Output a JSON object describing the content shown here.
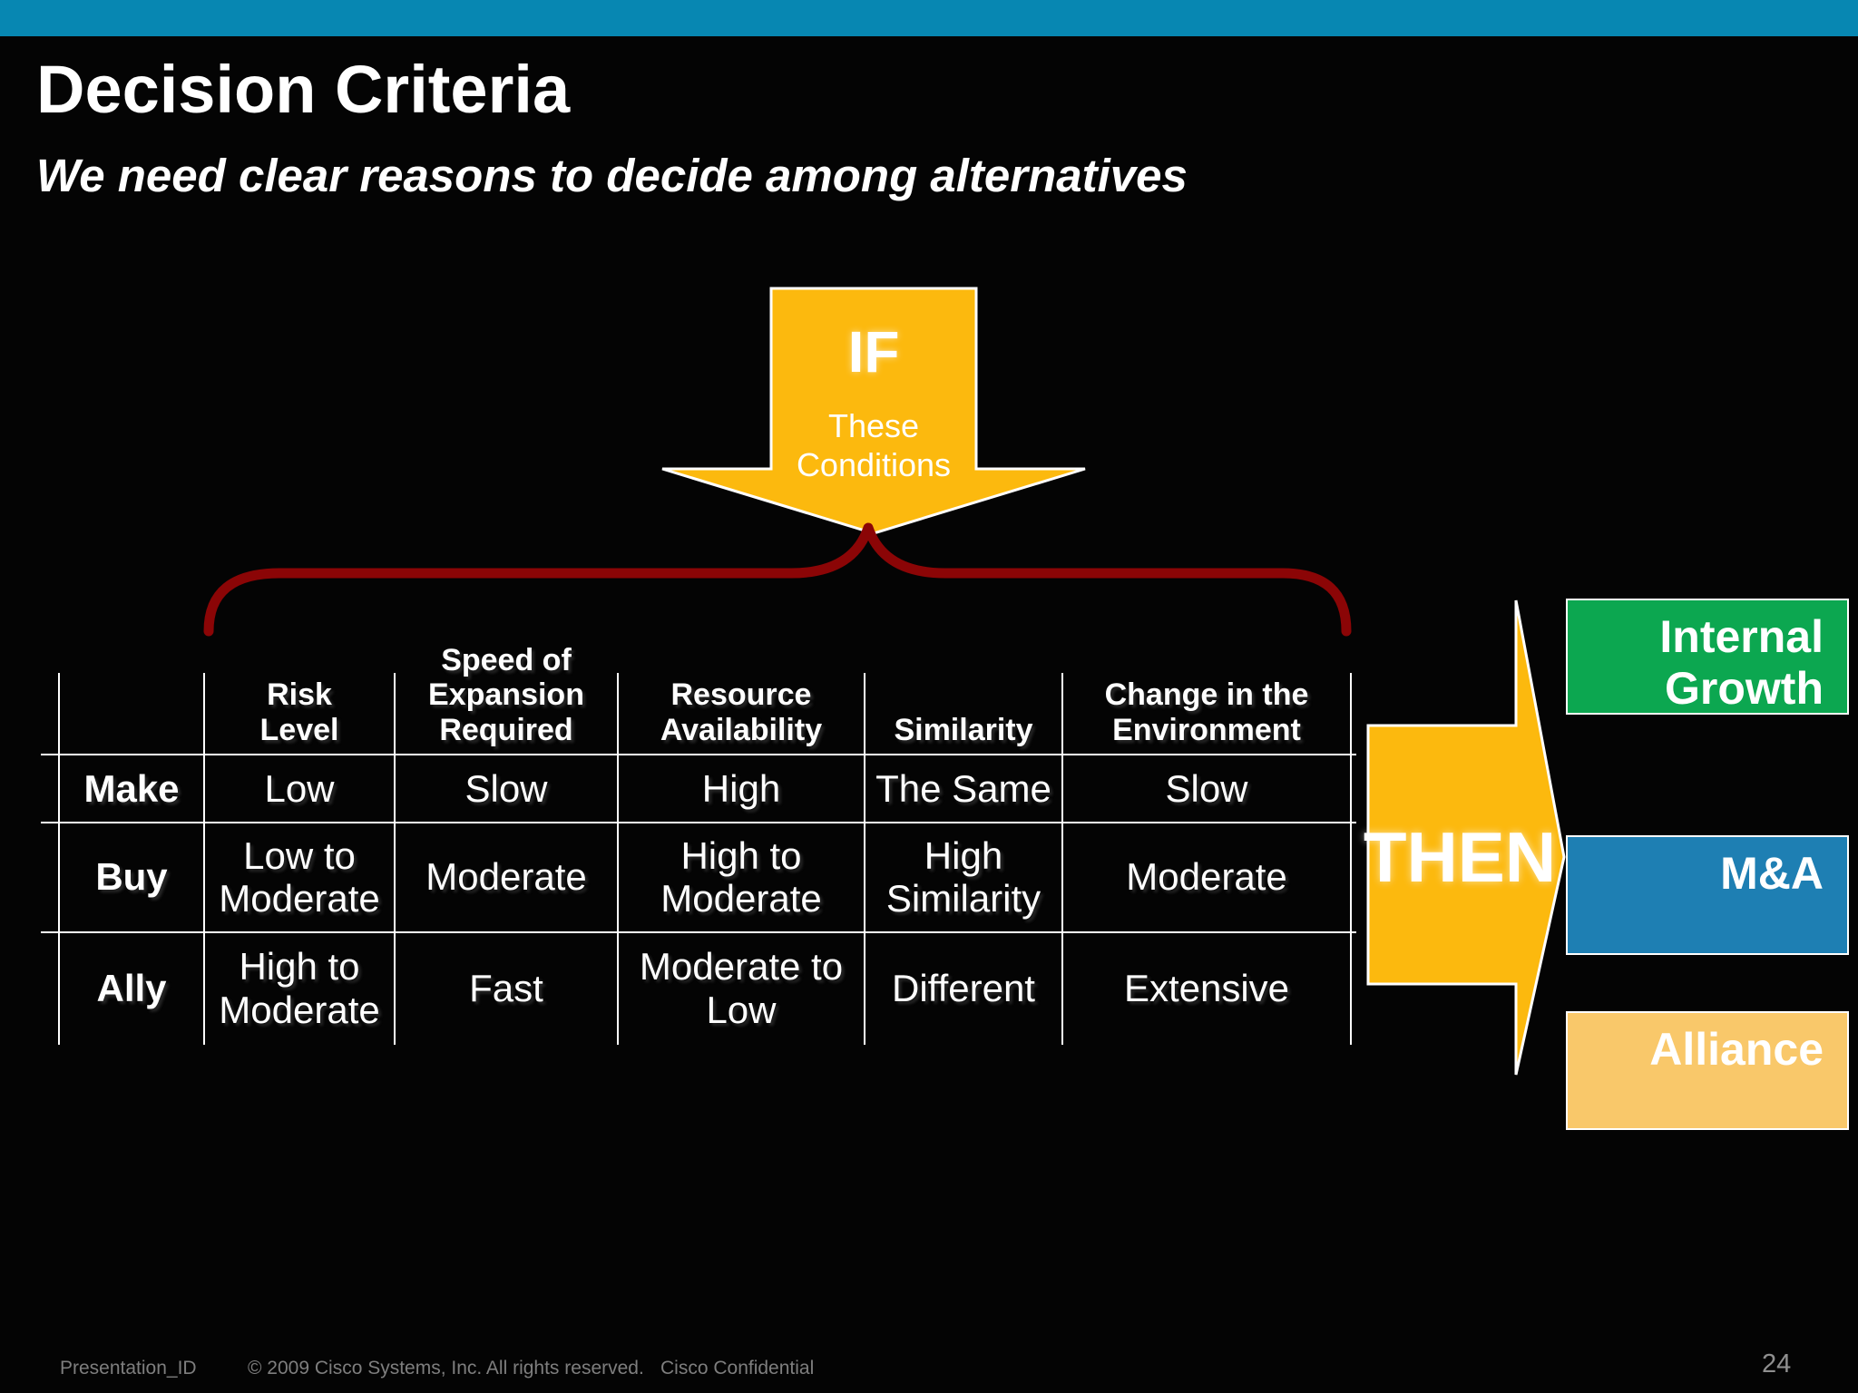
{
  "slide": {
    "title": "Decision Criteria",
    "subtitle": "We need clear reasons to decide among alternatives",
    "page_number": "24"
  },
  "if_arrow": {
    "label": "IF",
    "sublabel": "These\nConditions"
  },
  "then_arrow": {
    "label": "THEN"
  },
  "decision_table": {
    "corner": "",
    "columns": [
      "Risk\nLevel",
      "Speed of\nExpansion\nRequired",
      "Resource\nAvailability",
      "Similarity",
      "Change in the\nEnvironment"
    ],
    "rows": [
      {
        "label": "Make",
        "values": [
          "Low",
          "Slow",
          "High",
          "The Same",
          "Slow"
        ]
      },
      {
        "label": "Buy",
        "values": [
          "Low to\nModerate",
          "Moderate",
          "High to\nModerate",
          "High\nSimilarity",
          "Moderate"
        ]
      },
      {
        "label": "Ally",
        "values": [
          "High to\nModerate",
          "Fast",
          "Moderate  to\nLow",
          "Different",
          "Extensive"
        ]
      }
    ]
  },
  "outcomes": [
    {
      "label": "Internal\nGrowth",
      "color": "#0CA750"
    },
    {
      "label": "M&A",
      "color": "#1E7FB3"
    },
    {
      "label": "Alliance",
      "color": "#F9C86A"
    }
  ],
  "footer": {
    "presentation_id": "Presentation_ID",
    "copyright": "© 2009 Cisco Systems, Inc. All rights reserved.",
    "confidential": "Cisco Confidential"
  },
  "colors": {
    "accent_bar": "#0787B2",
    "arrow_gold": "#FCB90E",
    "brace_red": "#8B0506",
    "background": "#040404",
    "footer_gray": "#7E7E7E"
  }
}
